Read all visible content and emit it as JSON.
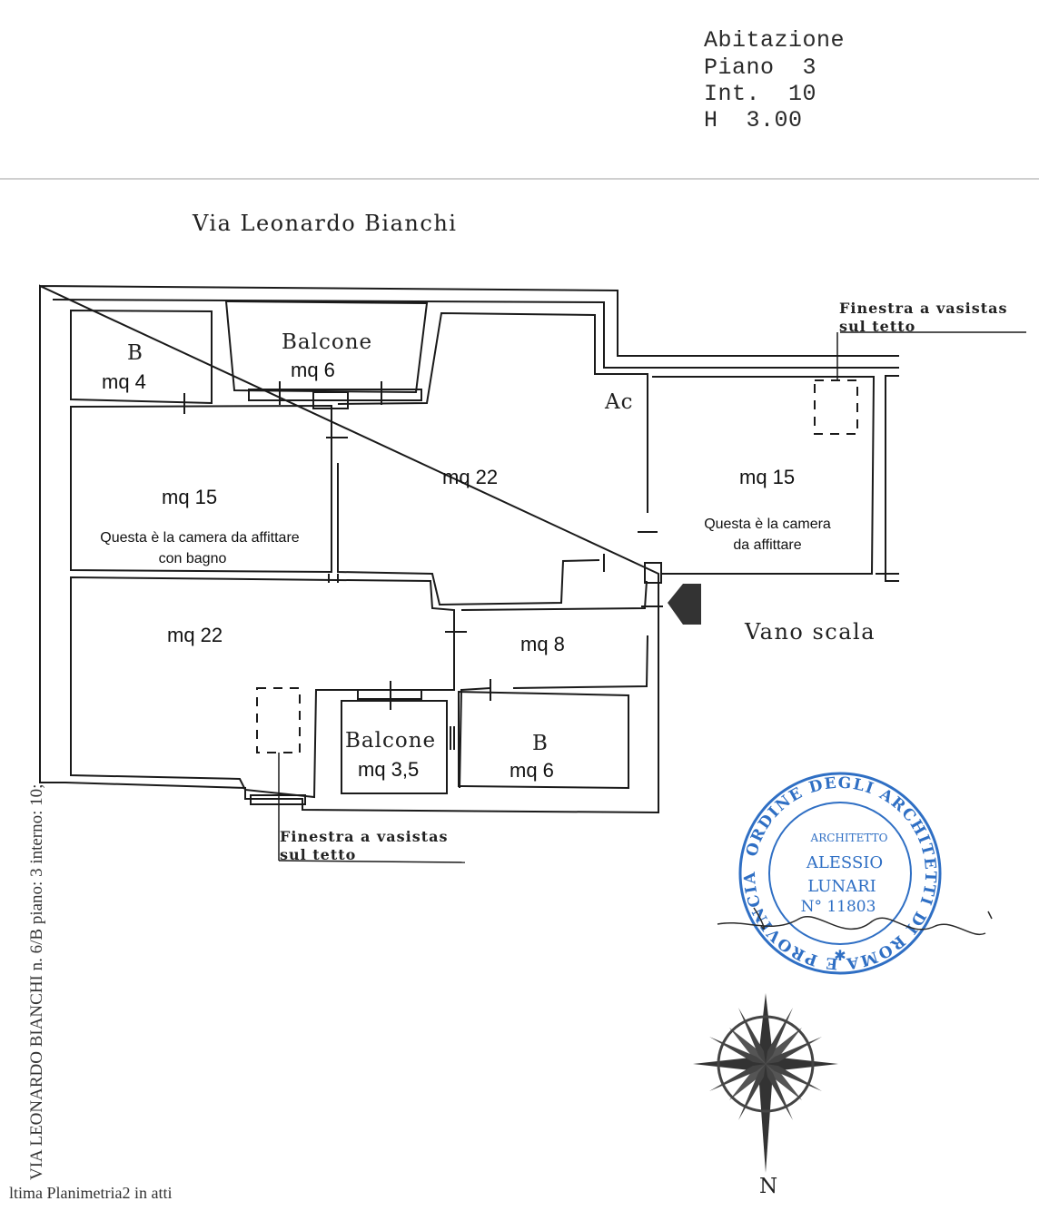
{
  "header": {
    "line1": "Abitazione",
    "line2": "Piano  3",
    "line3": "Int.  10",
    "line4": "H  3.00"
  },
  "street": "Via  Leonardo  Bianchi",
  "rooms": {
    "b_top_label": "B",
    "b_top_area": "mq 4",
    "balcone_top_label": "Balcone",
    "balcone_top_area": "mq 6",
    "ac_label": "Ac",
    "left_room_area": "mq 15",
    "left_room_note_1": "Questa è la camera da affittare",
    "left_room_note_2": "con bagno",
    "center_room_area": "mq 22",
    "right_room_area": "mq 15",
    "right_room_note_1": "Questa è la camera",
    "right_room_note_2": "da affittare",
    "lower_left_area": "mq 22",
    "hall_area": "mq 8",
    "balcone_bottom_label": "Balcone",
    "balcone_bottom_area": "mq 3,5",
    "b_bottom_label": "B",
    "b_bottom_area": "mq 6"
  },
  "annotations": {
    "finestra_top_1": "Finestra  a  vasistas",
    "finestra_top_2": "sul  tetto",
    "finestra_bottom_1": "Finestra  a  vasistas",
    "finestra_bottom_2": "sul  tetto",
    "vano_scala": "Vano  scala"
  },
  "stamp": {
    "ring_text": "ORDINE DEGLI ARCHITETTI DI ROMA E PROVINCIA",
    "title": "ARCHITETTO",
    "name_1": "ALESSIO",
    "name_2": "LUNARI",
    "number": "N° 11803",
    "color": "#2f6fc4"
  },
  "compass": {
    "north_label": "N"
  },
  "side_text": "VIA LEONARDO BIANCHI n. 6/B piano: 3 interno: 10;",
  "footer_text": "ltima Planimetria2 in atti",
  "colors": {
    "ink": "#222222",
    "wall": "#1a1a1a",
    "arrow": "#333333"
  }
}
